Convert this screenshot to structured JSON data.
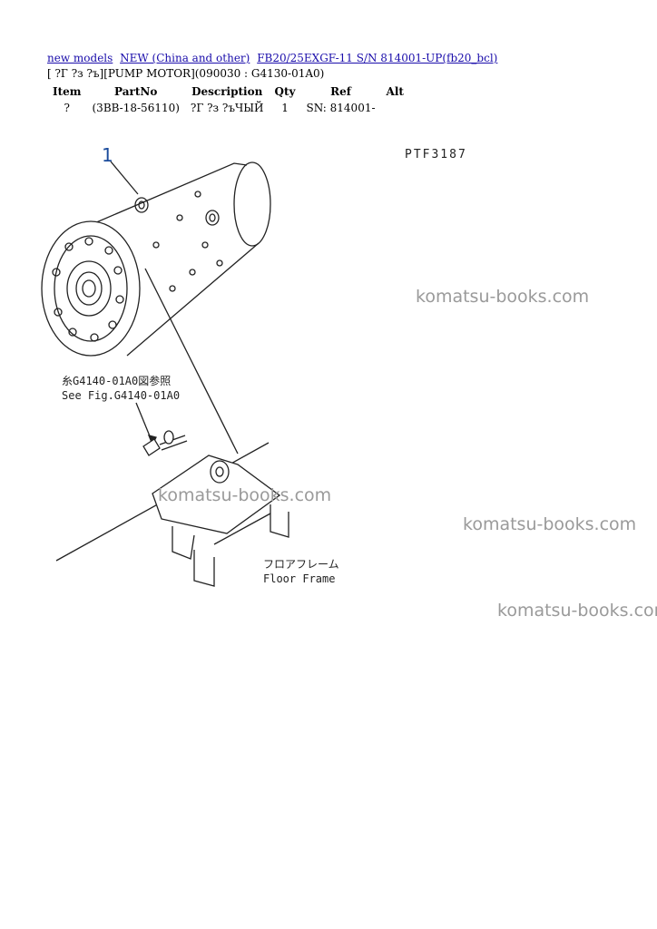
{
  "breadcrumbs": [
    {
      "label": "new models"
    },
    {
      "label": "NEW (China and other)"
    },
    {
      "label": "FB20/25EXGF-11 S/N 814001-UP(fb20_bcl)"
    }
  ],
  "subtitle": "[ ?Г ?з ?ъ][PUMP MOTOR](090030 : G4130-01A0)",
  "table": {
    "headers": [
      "Item",
      "PartNo",
      "Description",
      "Qty",
      "Ref",
      "Alt"
    ],
    "rows": [
      [
        "?",
        "(3BB-18-56110)",
        "?Г ?з ?ъЧЫЙ",
        "1",
        "SN: 814001-",
        ""
      ]
    ]
  },
  "drawing": {
    "item_number": "1",
    "figure_code": "PTF3187",
    "ref_line_jp": "⽷G4140-01A0図参照",
    "ref_line_en": "See Fig.G4140-01A0",
    "frame_label_jp": "フロアフレーム",
    "frame_label_en": "Floor Frame"
  },
  "watermark": {
    "text": "komatsu-books.com",
    "color": "#9a9a9a"
  }
}
